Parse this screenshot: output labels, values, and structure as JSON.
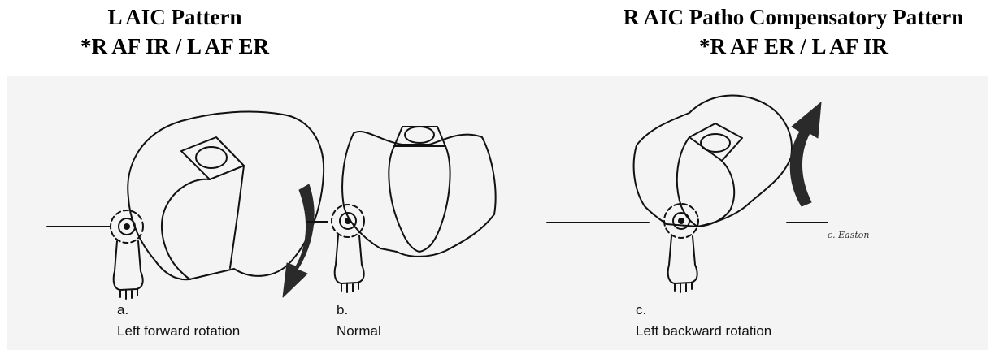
{
  "titles": {
    "left": {
      "line1": "L AIC Pattern",
      "line2": "*R AF IR / L AF ER"
    },
    "right": {
      "line1": "R AIC Patho Compensatory Pattern",
      "line2": "*R AF ER / L AF IR"
    }
  },
  "panels": [
    {
      "letter": "a.",
      "caption": "Left forward rotation",
      "arrow": "clockwise-down"
    },
    {
      "letter": "b.",
      "caption": "Normal",
      "arrow": "none"
    },
    {
      "letter": "c.",
      "caption": "Left backward rotation",
      "arrow": "counterclockwise-up"
    }
  ],
  "signature": "c. Easton",
  "colors": {
    "ink": "#111111",
    "paper": "#f4f4f4",
    "arrow": "#2a2a2a"
  }
}
